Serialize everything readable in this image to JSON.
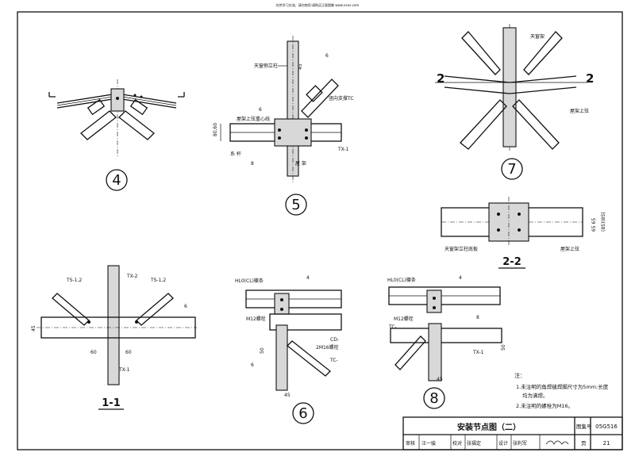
{
  "watermark": "仅供学习交流，请勿商用·请购买正版图集 www.xxxx.com",
  "details": [
    {
      "id": "4",
      "title": "4"
    },
    {
      "id": "5",
      "title": "5",
      "labels": {
        "tianchuang_celizhu": "天窗侧立柱",
        "shangxian_zhongxinxian": "屋架上弦重心线",
        "xigan": "系  杆",
        "wujia": "屋  架",
        "zongxiang_zhicheng": "竖向支撑TC",
        "tx1": "TX-1",
        "dim_45": "45",
        "dim_80_60": "80,60",
        "w6": "6",
        "w8": "8",
        "w6b": "6"
      }
    },
    {
      "id": "7",
      "title": "7",
      "labels": {
        "tianchuangjia": "天窗架",
        "wujia_shangxian": "屋架上弦",
        "sec_left": "2",
        "sec_right": "2"
      }
    },
    {
      "id": "2-2",
      "title": "2-2",
      "labels": {
        "dizuoban": "天窗架立柱底板",
        "wujia_shangxian": "屋架上弦",
        "dims": "65 65",
        "dims2": "(85)(85)"
      }
    },
    {
      "id": "1-1",
      "title": "1-1",
      "labels": {
        "ts12a": "TS-1,2",
        "ts12b": "TS-1,2",
        "tx2": "TX-2",
        "tx1": "TX-1",
        "d60a": "60",
        "d60b": "60",
        "d45": "45",
        "w6": "6"
      }
    },
    {
      "id": "6",
      "title": "6",
      "labels": {
        "hl": "HL0(CL)檩条",
        "m12": "M12螺栓",
        "m16": "2M16螺栓",
        "cd": "CD-",
        "tc": "TC-",
        "d50": "50",
        "d45": "45",
        "w4": "4",
        "w6": "6"
      }
    },
    {
      "id": "8",
      "title": "8",
      "labels": {
        "hl": "HL0(CL)檩条",
        "m12": "M12螺栓",
        "tc": "TC-",
        "tx1": "TX-1",
        "d50": "50",
        "d45": "45",
        "w4": "4",
        "w8": "8"
      }
    }
  ],
  "notes": {
    "heading": "注：",
    "line1": "1.未注明的角焊缝焊脚尺寸为5mm;长度",
    "line2": "均为满焊。",
    "line3": "2.未注明的螺栓为M16。"
  },
  "title_block": {
    "title": "安装节点图（二）",
    "atlas_label": "图集号",
    "atlas_no": "05G516",
    "page_label": "页",
    "page_no": "21",
    "row": [
      "审核",
      "汪一骏",
      "校对",
      "张福定",
      "设计",
      "张利军"
    ]
  }
}
